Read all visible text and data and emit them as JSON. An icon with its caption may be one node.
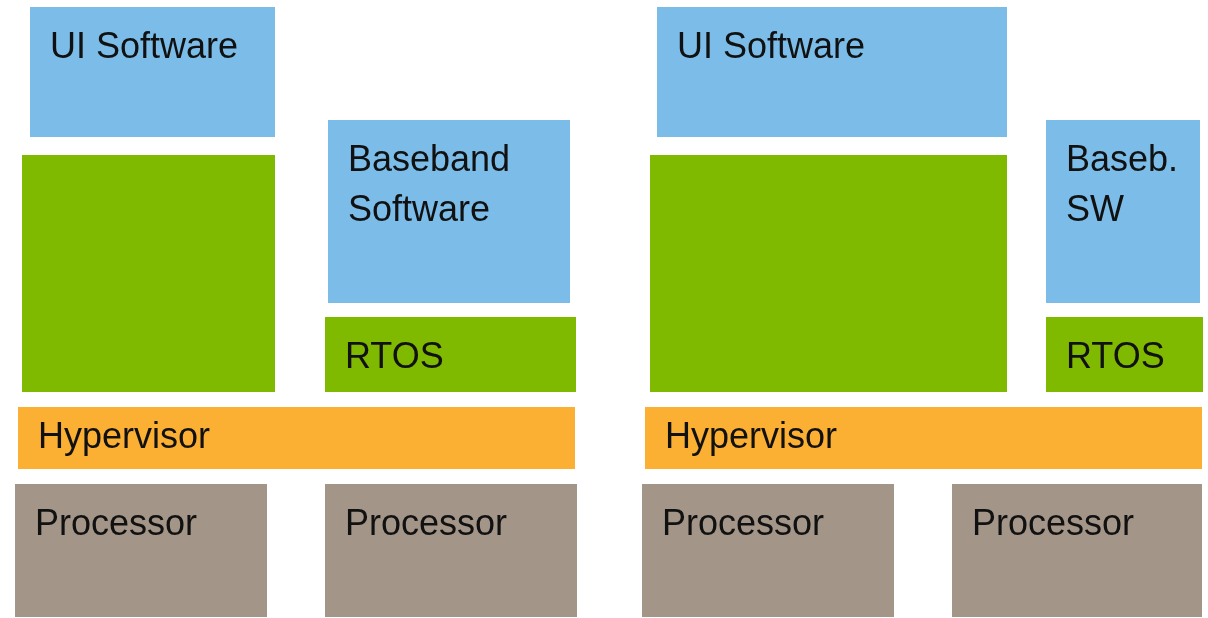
{
  "diagram": {
    "nodes": [
      {
        "text": [
          "UI Software"
        ]
      },
      {
        "text": [],
        "shape": "box"
      },
      {
        "text": [
          "Baseband Software"
        ]
      },
      {
        "text": [
          "RTOS"
        ]
      },
      {
        "text": [
          "Hypervisor"
        ]
      },
      {
        "text": [
          "Processor"
        ]
      },
      {
        "text": [
          "Processor"
        ]
      },
      {
        "text": [
          "UI Software"
        ]
      },
      {
        "text": [],
        "shape": "box"
      },
      {
        "text": [
          "Baseb. SW"
        ]
      },
      {
        "text": [
          "RTOS"
        ]
      },
      {
        "text": [
          "Hypervisor"
        ]
      },
      {
        "text": [
          "Processor"
        ]
      },
      {
        "text": [
          "Processor"
        ]
      }
    ]
  }
}
